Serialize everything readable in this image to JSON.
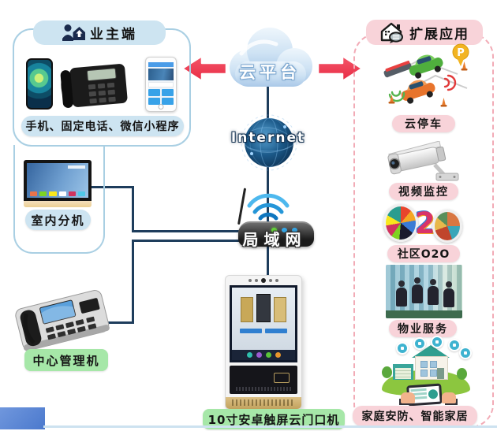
{
  "cloud": {
    "label": "云平台"
  },
  "internet": {
    "label": "Internet"
  },
  "lan": {
    "label": "局域网"
  },
  "owner": {
    "header": "业主端",
    "devices_caption": "手机、固定电话、微信小程序",
    "indoor_caption": "室内分机",
    "manager_caption": "中心管理机"
  },
  "door_station": {
    "caption": "10寸安卓触屏云门口机"
  },
  "extensions": {
    "header": "扩展应用",
    "o2o_digit": "2",
    "parking_pin": "P",
    "items": [
      {
        "label": "云停车"
      },
      {
        "label": "视频监控"
      },
      {
        "label": "社区O2O"
      },
      {
        "label": "物业服务"
      },
      {
        "label": "家庭安防、智能家居"
      }
    ]
  },
  "colors": {
    "accent_red": "#ee3a50",
    "line": "#1e3d5c",
    "blue_pill": "#cde4f1",
    "green_pill": "#a6e7a8",
    "pink_pill": "#f8d3d9",
    "box_border_blue": "#a9cfe3",
    "box_border_pink": "#f2abb6"
  }
}
